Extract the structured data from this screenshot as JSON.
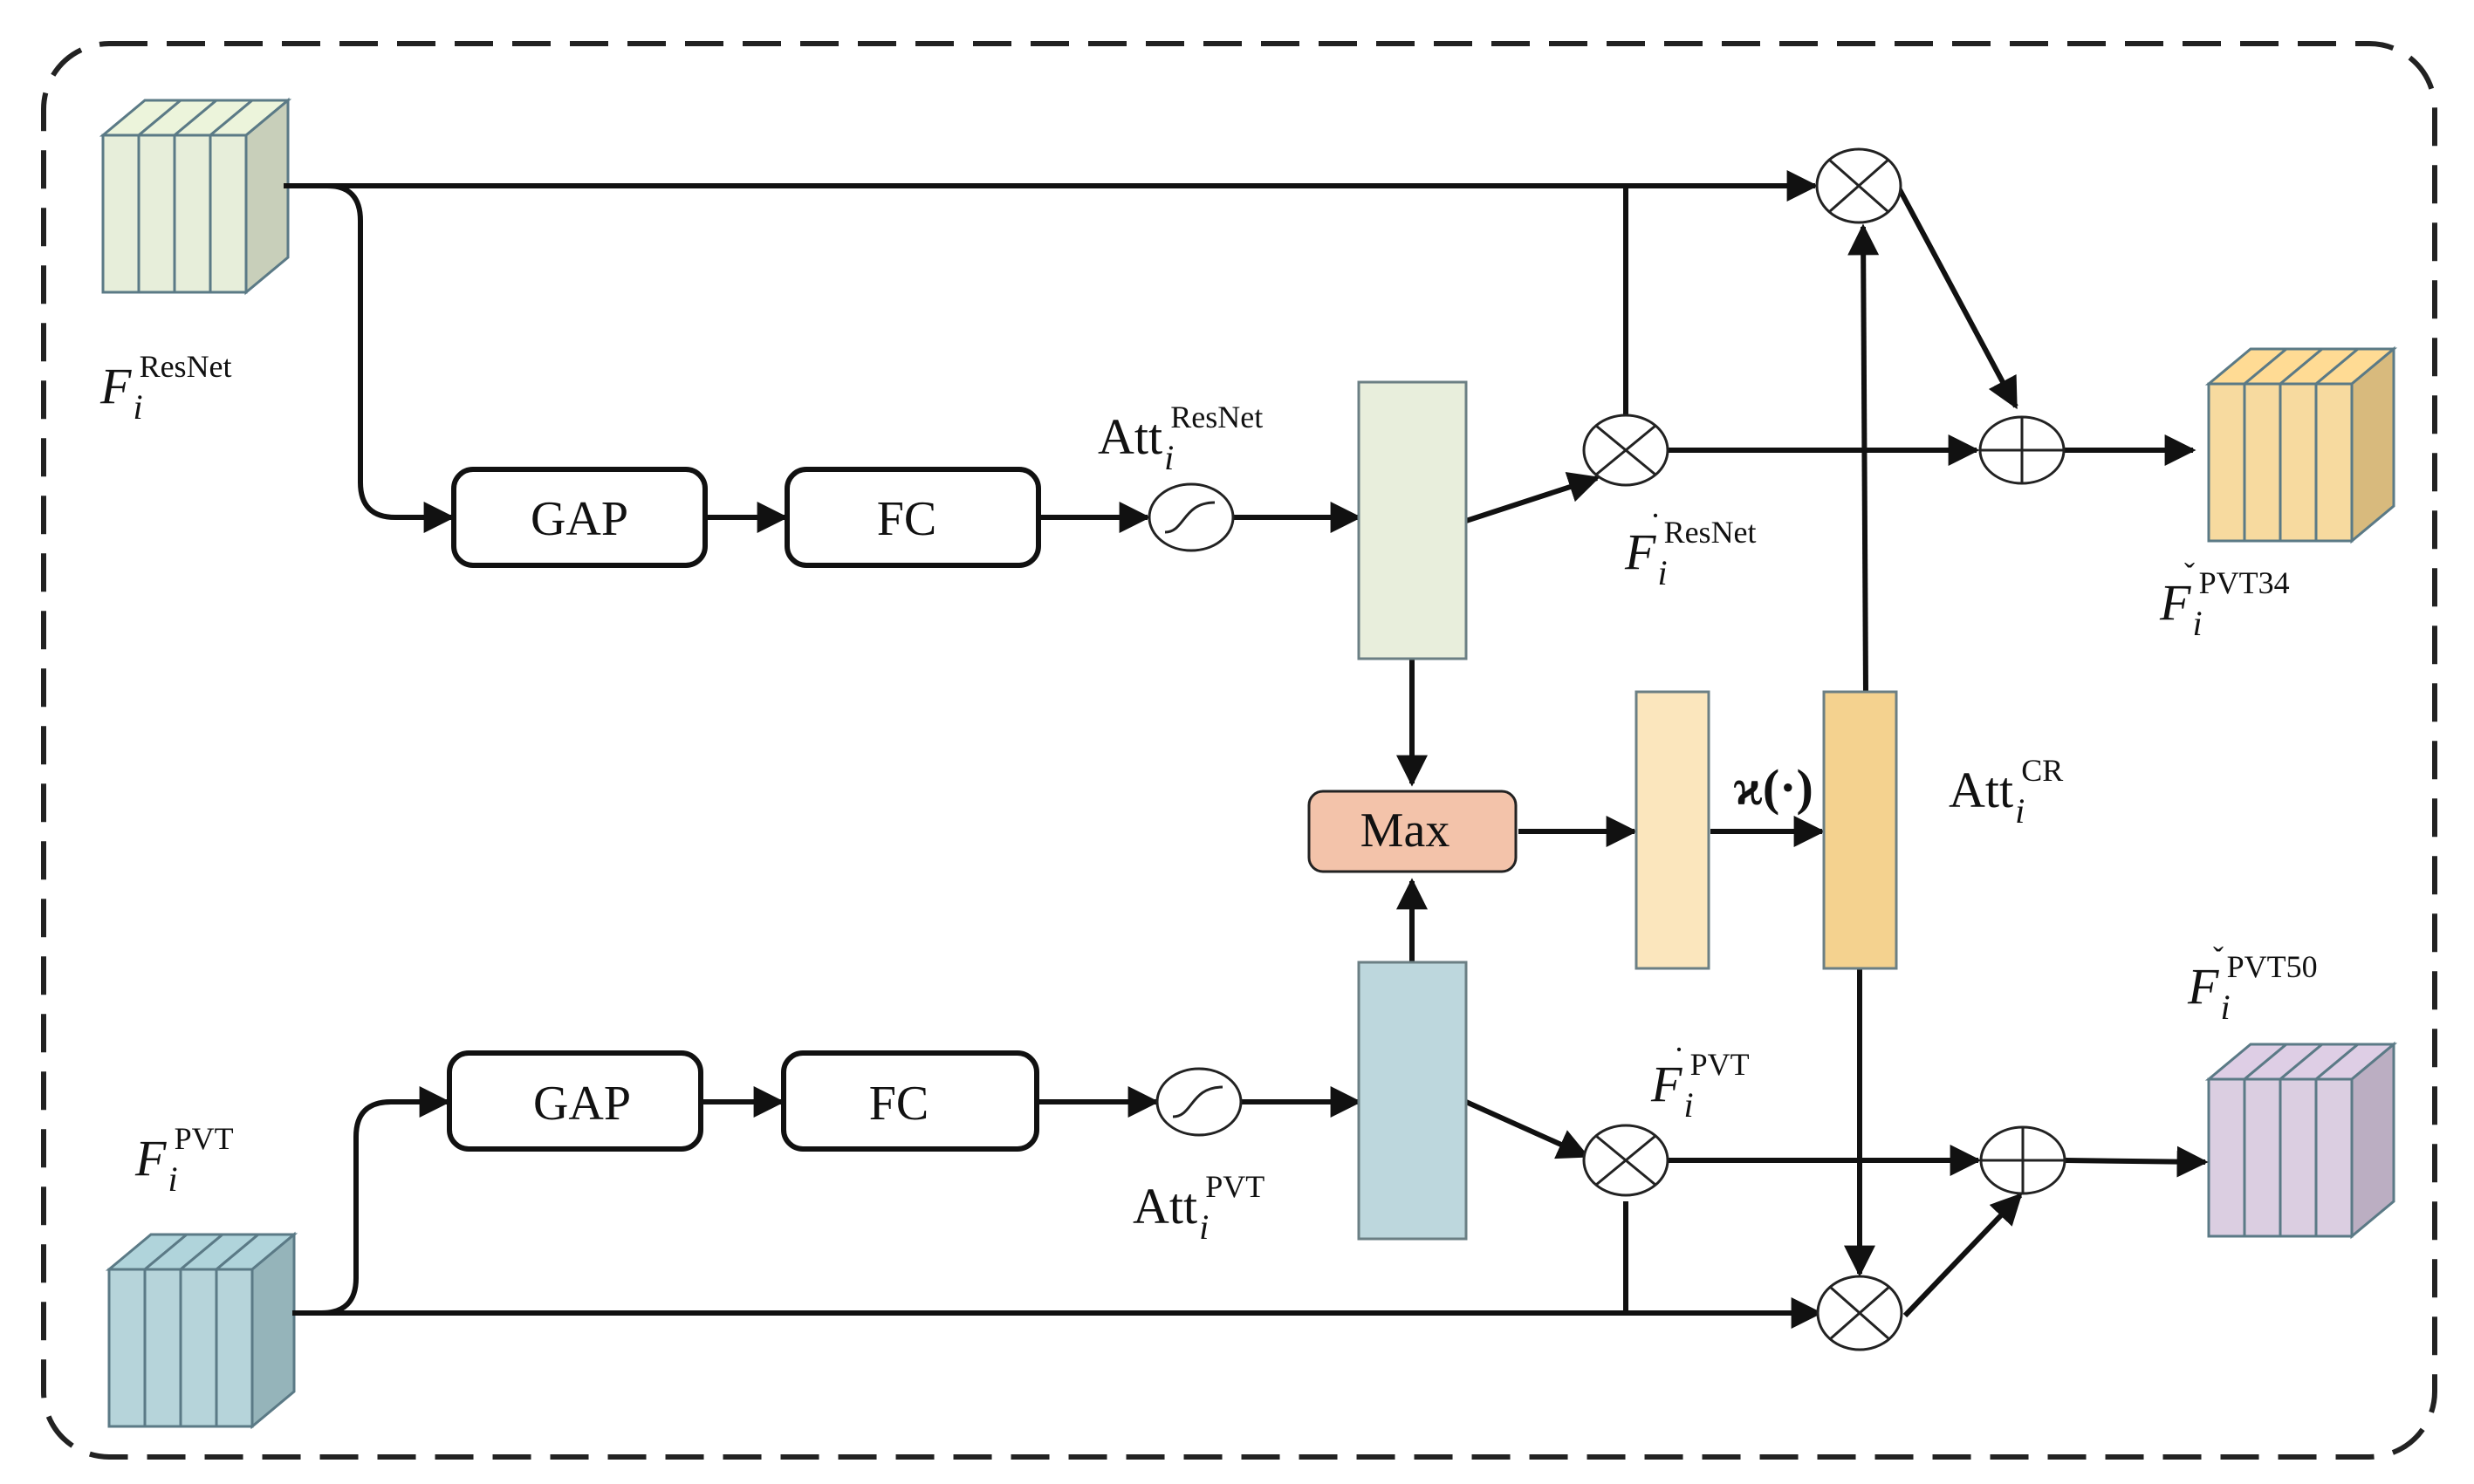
{
  "labels": {
    "gap": "GAP",
    "fc": "FC",
    "max": "Max",
    "kappa": "ϰ(·)"
  },
  "symbols": {
    "f_resnet": {
      "main": "F",
      "sub": "i",
      "sup": "ResNet"
    },
    "f_pvt": {
      "main": "F",
      "sub": "i",
      "sup": "PVT"
    },
    "att_resnet": {
      "main": "Att",
      "sub": "i",
      "sup": "ResNet"
    },
    "att_pvt": {
      "main": "Att",
      "sub": "i",
      "sup": "PVT"
    },
    "att_cr": {
      "main": "Att",
      "sub": "i",
      "sup": "CR"
    },
    "fdot_resnet": {
      "accent": "·",
      "main": "F",
      "sub": "i",
      "sup": "ResNet"
    },
    "fdot_pvt": {
      "accent": "·",
      "main": "F",
      "sub": "i",
      "sup": "PVT"
    },
    "fcheck_pvt34": {
      "accent": "ˇ",
      "main": "F",
      "sub": "i",
      "sup": "PVT34"
    },
    "fcheck_pvt50": {
      "accent": "ˇ",
      "main": "F",
      "sub": "i",
      "sup": "PVT50"
    }
  },
  "colors": {
    "resnet_feature": "#e3ebd3",
    "pvt_feature": "#a9ccd3",
    "output_pvt34": "#f6d38e",
    "output_pvt50": "#d5c6dc",
    "resnet_att_bar": "#e8eedc",
    "pvt_att_bar": "#bdd7dd",
    "max_box": "#f3c3aa",
    "pre_kappa_bar": "#fbe6bd",
    "att_cr_bar": "#f4d28f"
  },
  "icons": {
    "sigmoid": "sigmoid-icon",
    "multiply": "multiply-icon",
    "add": "add-icon"
  }
}
